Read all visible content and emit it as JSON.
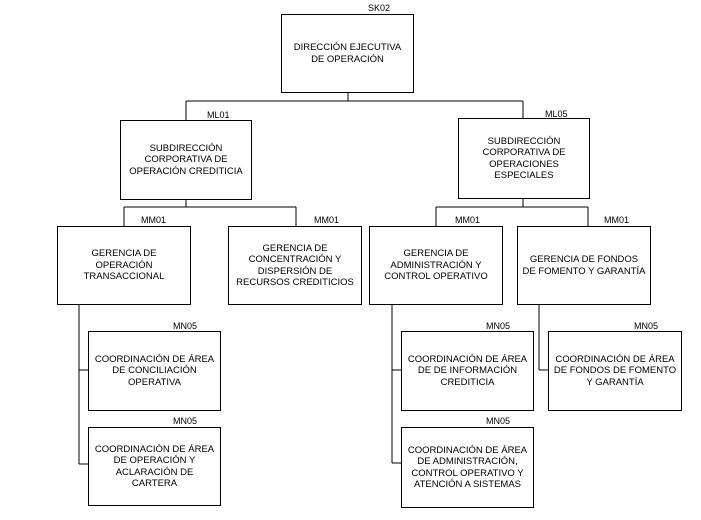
{
  "nodes": {
    "root": {
      "code": "SK02",
      "title": "DIRECCIÓN EJECUTIVA DE OPERACIÓN"
    },
    "sub_credit": {
      "code": "ML01",
      "title": "SUBDIRECCIÓN CORPORATIVA DE OPERACIÓN CREDITICIA"
    },
    "sub_special": {
      "code": "ML05",
      "title": "SUBDIRECCIÓN CORPORATIVA DE OPERACIONES ESPECIALES"
    },
    "ger_trans": {
      "code": "MM01",
      "title": "GERENCIA DE OPERACIÓN TRANSACCIONAL"
    },
    "ger_conc": {
      "code": "MM01",
      "title": "GERENCIA DE CONCENTRACIÓN Y DISPERSIÓN DE RECURSOS CREDITICIOS"
    },
    "ger_admin": {
      "code": "MM01",
      "title": "GERENCIA DE ADMINISTRACIÓN Y CONTROL OPERATIVO"
    },
    "ger_fondos": {
      "code": "MM01",
      "title": "GERENCIA DE FONDOS DE FOMENTO Y GARANTÍA"
    },
    "coord_concil": {
      "code": "MN05",
      "title": "COORDINACIÓN DE ÁREA DE CONCILIACIÓN OPERATIVA"
    },
    "coord_aclar": {
      "code": "MN05",
      "title": "COORDINACIÓN DE ÁREA DE OPERACIÓN Y ACLARACIÓN DE CARTERA"
    },
    "coord_info": {
      "code": "MN05",
      "title": "COORDINACIÓN DE ÁREA DE DE INFORMACIÓN CREDITICIA"
    },
    "coord_admsis": {
      "code": "MN05",
      "title": "COORDINACIÓN DE ÁREA DE ADMINISTRACIÓN, CONTROL OPERATIVO Y ATENCIÓN A SISTEMAS"
    },
    "coord_fondos": {
      "code": "MN05",
      "title": "COORDINACIÓN DE ÁREA DE FONDOS DE FOMENTO Y GARANTÍA"
    }
  }
}
